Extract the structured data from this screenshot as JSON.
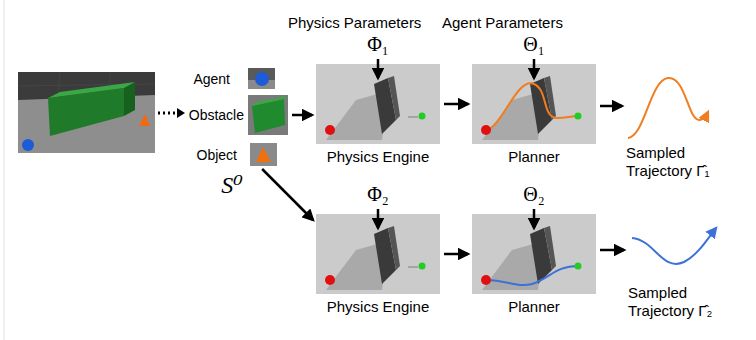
{
  "diagram": {
    "nodes": [
      {
        "text": [
          "Agent"
        ]
      },
      {
        "text": [
          "Obstacle"
        ]
      },
      {
        "text": [
          "Object"
        ]
      },
      {
        "text": [
          "Physics Engine"
        ]
      },
      {
        "text": [
          "Planner"
        ]
      },
      {
        "text": [
          "Sampled Trajectory Γ̂₁"
        ]
      },
      {
        "text": [
          "Physics Engine"
        ]
      },
      {
        "text": [
          "Planner"
        ]
      },
      {
        "text": [
          "Sampled Trajectory Γ̂₂"
        ]
      }
    ],
    "edges": [
      {
        "from": 1,
        "to": 3,
        "arrow": "to"
      },
      {
        "from": 3,
        "to": 4,
        "arrow": "to"
      },
      {
        "from": 4,
        "to": 5,
        "arrow": "to"
      },
      {
        "from": 2,
        "to": 6,
        "arrow": "to"
      },
      {
        "from": 6,
        "to": 7,
        "arrow": "to"
      },
      {
        "from": 7,
        "to": 8,
        "arrow": "to"
      }
    ],
    "labels": [
      "Physics Parameters",
      "Φ₁",
      "Agent Parameters",
      "Θ₁",
      "S⁰",
      "Φ₂",
      "Θ₂"
    ]
  }
}
